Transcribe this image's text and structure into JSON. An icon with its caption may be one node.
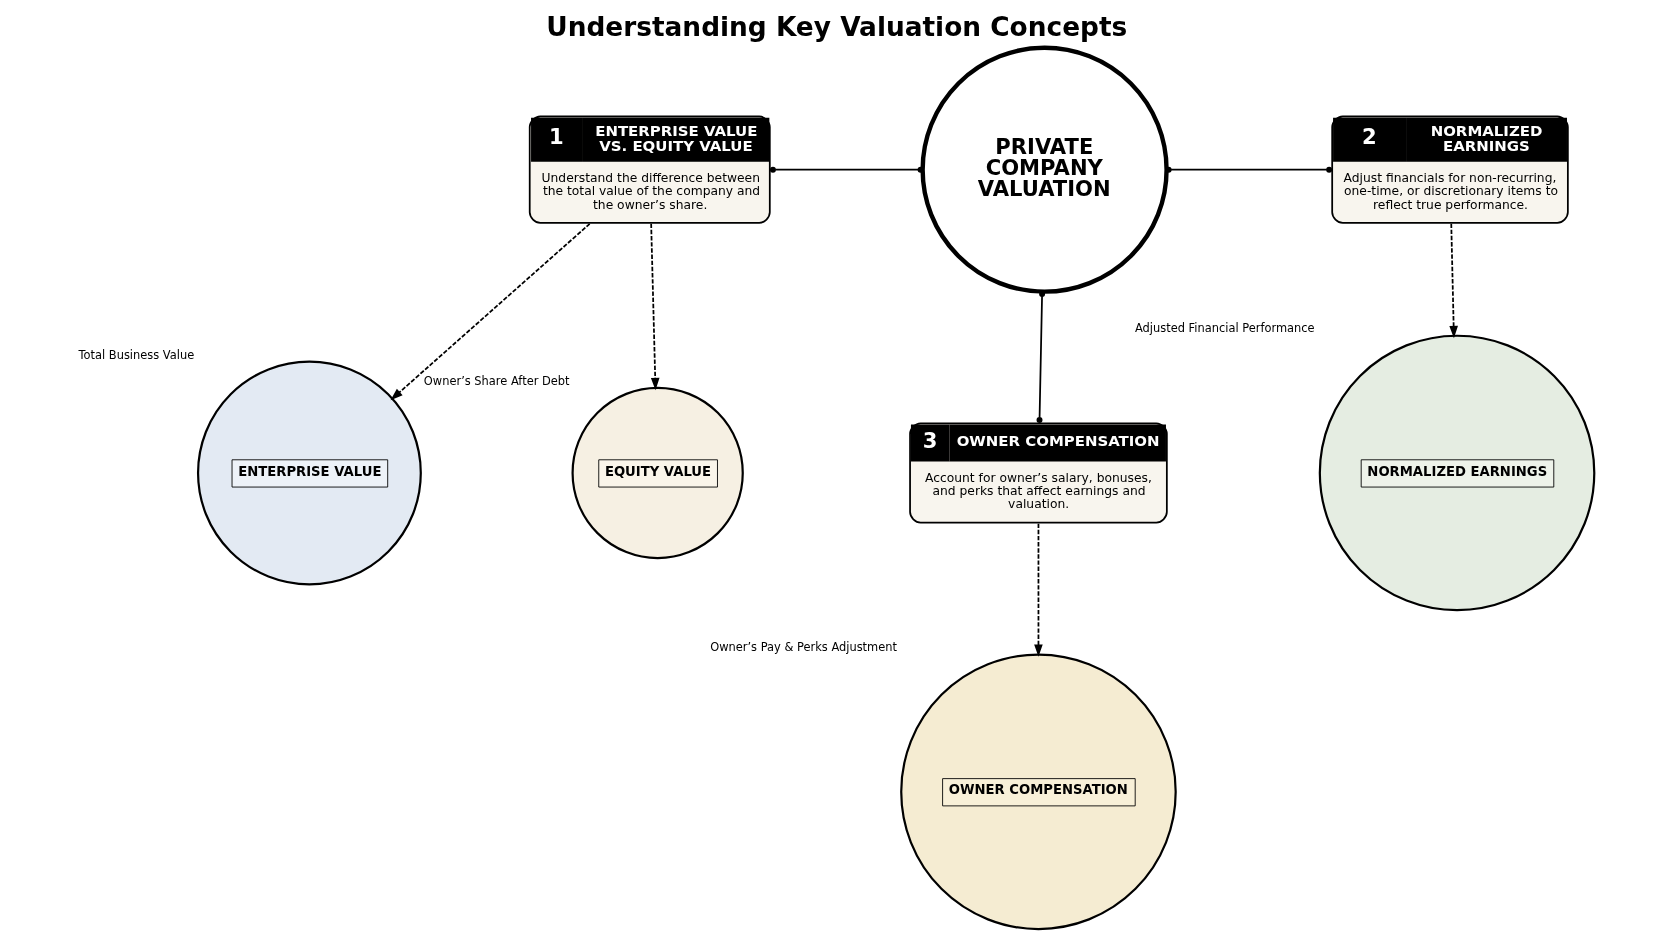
{
  "diagram": {
    "title": "Understanding Key Valuation Concepts",
    "nodes": [
      {
        "text": [
          "PRIVATE COMPANY VALUATION"
        ]
      },
      {
        "text": [
          "1",
          "ENTERPRISE VALUE VS. EQUITY VALUE",
          "Understand the difference between the total value of the company and the owner’s share."
        ]
      },
      {
        "text": [
          "2",
          "NORMALIZED EARNINGS",
          "Adjust financials for non-recurring, one-time, or discretionary items to reflect true performance."
        ]
      },
      {
        "text": [
          "3",
          "OWNER COMPENSATION",
          "Account for owner’s salary, bonuses, and perks that affect earnings and valuation."
        ]
      },
      {
        "text": [
          "ENTERPRISE VALUE"
        ],
        "beside": [
          "Total Business Value"
        ]
      },
      {
        "text": [
          "EQUITY VALUE"
        ],
        "beside": [
          "Owner’s Share After Debt"
        ]
      },
      {
        "text": [
          "NORMALIZED EARNINGS"
        ],
        "beside": [
          "Adjusted Financial Performance"
        ]
      },
      {
        "text": [
          "OWNER COMPENSATION"
        ],
        "beside": [
          "Owner’s Pay & Perks Adjustment"
        ]
      }
    ],
    "edges": [
      {
        "from": 1,
        "to": 0,
        "arrow": "other"
      },
      {
        "from": 0,
        "to": 2,
        "arrow": "other"
      },
      {
        "from": 0,
        "to": 3,
        "arrow": "other"
      },
      {
        "from": 1,
        "to": 4,
        "arrow": "to",
        "style": "dashed"
      },
      {
        "from": 1,
        "to": 5,
        "arrow": "to",
        "style": "dashed"
      },
      {
        "from": 2,
        "to": 6,
        "arrow": "to",
        "style": "dashed"
      },
      {
        "from": 3,
        "to": 7,
        "arrow": "to",
        "style": "dashed"
      }
    ]
  }
}
